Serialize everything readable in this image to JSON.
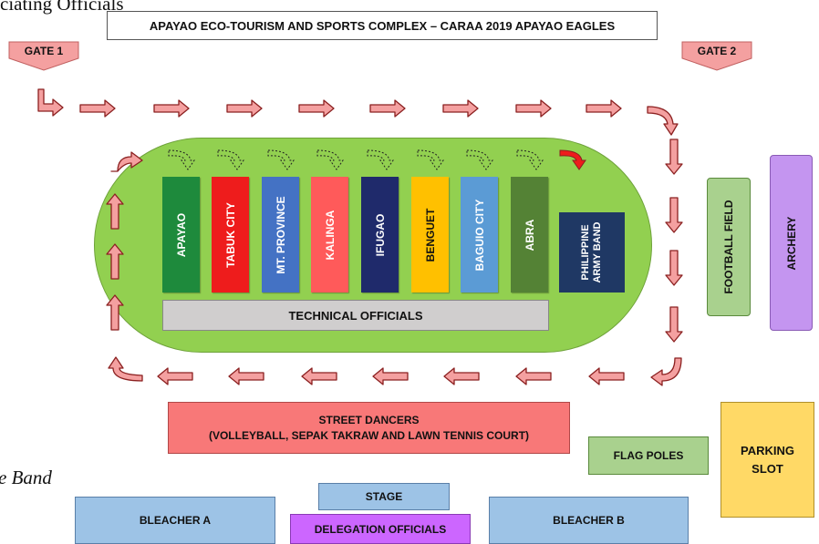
{
  "fragments": {
    "top": "ciating Officials",
    "left": "e Band"
  },
  "title": "APAYAO ECO-TOURISM AND SPORTS COMPLEX – CARAA 2019 APAYAO EAGLES",
  "gates": {
    "gate1": "GATE 1",
    "gate2": "GATE 2"
  },
  "teams": [
    {
      "label": "APAYAO",
      "color": "#1e8a3c"
    },
    {
      "label": "TABUK CITY",
      "color": "#ee1c1c"
    },
    {
      "label": "MT. PROVINCE",
      "color": "#4472c4"
    },
    {
      "label": "KALINGA",
      "color": "#ff5a5a"
    },
    {
      "label": "IFUGAO",
      "color": "#1f2a6b"
    },
    {
      "label": "BENGUET",
      "color": "#ffc000"
    },
    {
      "label": "BAGUIO CITY",
      "color": "#5b9bd5"
    },
    {
      "label": "ABRA",
      "color": "#548235"
    }
  ],
  "army_band": {
    "line1": "PHILIPPINE",
    "line2": "ARMY BAND",
    "color": "#1f3864"
  },
  "technical_officials": "TECHNICAL OFFICIALS",
  "football_field": "FOOTBALL FIELD",
  "archery": "ARCHERY",
  "street_dancers": {
    "line1": "STREET DANCERS",
    "line2": "(VOLLEYBALL, SEPAK TAKRAW AND LAWN TENNIS COURT)"
  },
  "flag_poles": "FLAG POLES",
  "parking": {
    "line1": "PARKING",
    "line2": "SLOT"
  },
  "stage": "STAGE",
  "delegation_officials": "DELEGATION OFFICIALS",
  "bleacher_a": "BLEACHER A",
  "bleacher_b": "BLEACHER B",
  "colors": {
    "field": "#92d050",
    "arrow": "#f4a0a0",
    "arrow_stroke": "#8b2020",
    "football": "#a9d18e",
    "archery": "#c495f0",
    "street_dancers": "#f87878",
    "flag_poles": "#a9d18e",
    "parking": "#ffd966",
    "stage": "#9dc3e6",
    "delegation": "#cc66ff",
    "bleacher": "#9dc3e6"
  }
}
